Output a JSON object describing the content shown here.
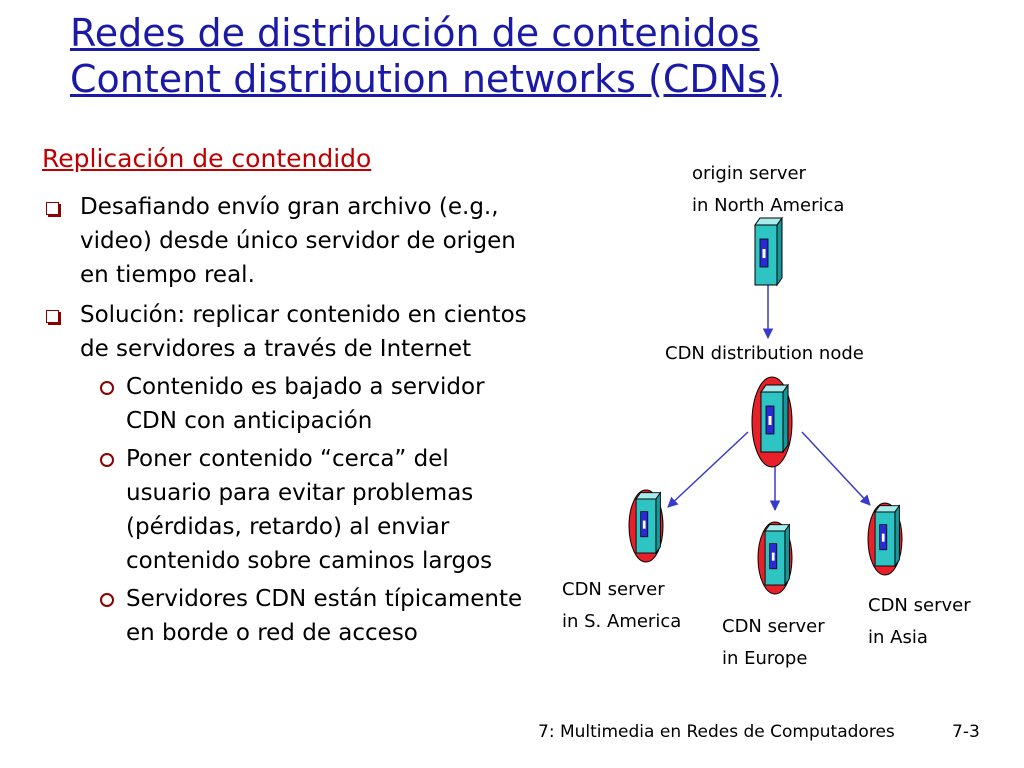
{
  "slide": {
    "title_line1": "Redes de distribución de contenidos",
    "title_line2": "Content distribution networks (CDNs)",
    "heading": "Replicación de contendido",
    "bullets": [
      "Desafiando envío gran archivo (e.g., video) desde único servidor de origen en tiempo real.",
      "Solución: replicar contenido en cientos de servidores a través de Internet"
    ],
    "sub_bullets": [
      "Contenido es bajado a servidor CDN con anticipación",
      "Poner contenido “cerca” del usuario para evitar problemas (pérdidas, retardo) al enviar contenido sobre caminos largos",
      "Servidores CDN están típicamente en borde o red de acceso"
    ],
    "footer": "7: Multimedia en Redes de Computadores",
    "page_number": "7-3"
  },
  "diagram": {
    "origin_line1": "origin server",
    "origin_line2": "in North America",
    "distribution_node": "CDN distribution node",
    "sa_line1": "CDN server",
    "sa_line2": "in S. America",
    "eu_line1": "CDN server",
    "eu_line2": "in Europe",
    "asia_line1": "CDN server",
    "asia_line2": "in Asia"
  },
  "colors": {
    "title": "#1a1aa6",
    "heading": "#c00000",
    "server_face": "#2ec4c4",
    "server_blob": "#e8202a",
    "arrow": "#3a3ac8"
  }
}
